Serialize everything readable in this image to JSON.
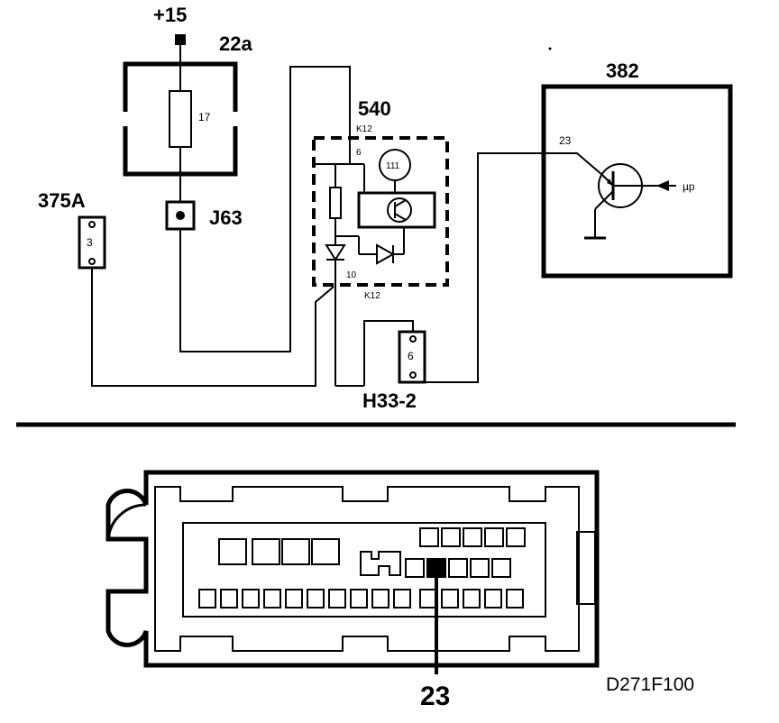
{
  "schematic": {
    "supply_label": "+15",
    "fuse_box_label": "22a",
    "fuse_number": "17",
    "junction_label": "J63",
    "connector_375a_label": "375A",
    "connector_375a_pin": "3",
    "relay_label": "540",
    "relay_connector_top": "K12",
    "relay_connector_bottom": "K12",
    "relay_pin_top": "6",
    "relay_pin_bottom": "10",
    "relay_coil_number": "111",
    "connector_h33_label": "H33-2",
    "connector_h33_pin": "6",
    "ecu_label": "382",
    "ecu_pin": "23",
    "ecu_input_label": "µp"
  },
  "connector_view": {
    "highlighted_pin_label": "23",
    "reference_code": "D271F100"
  }
}
